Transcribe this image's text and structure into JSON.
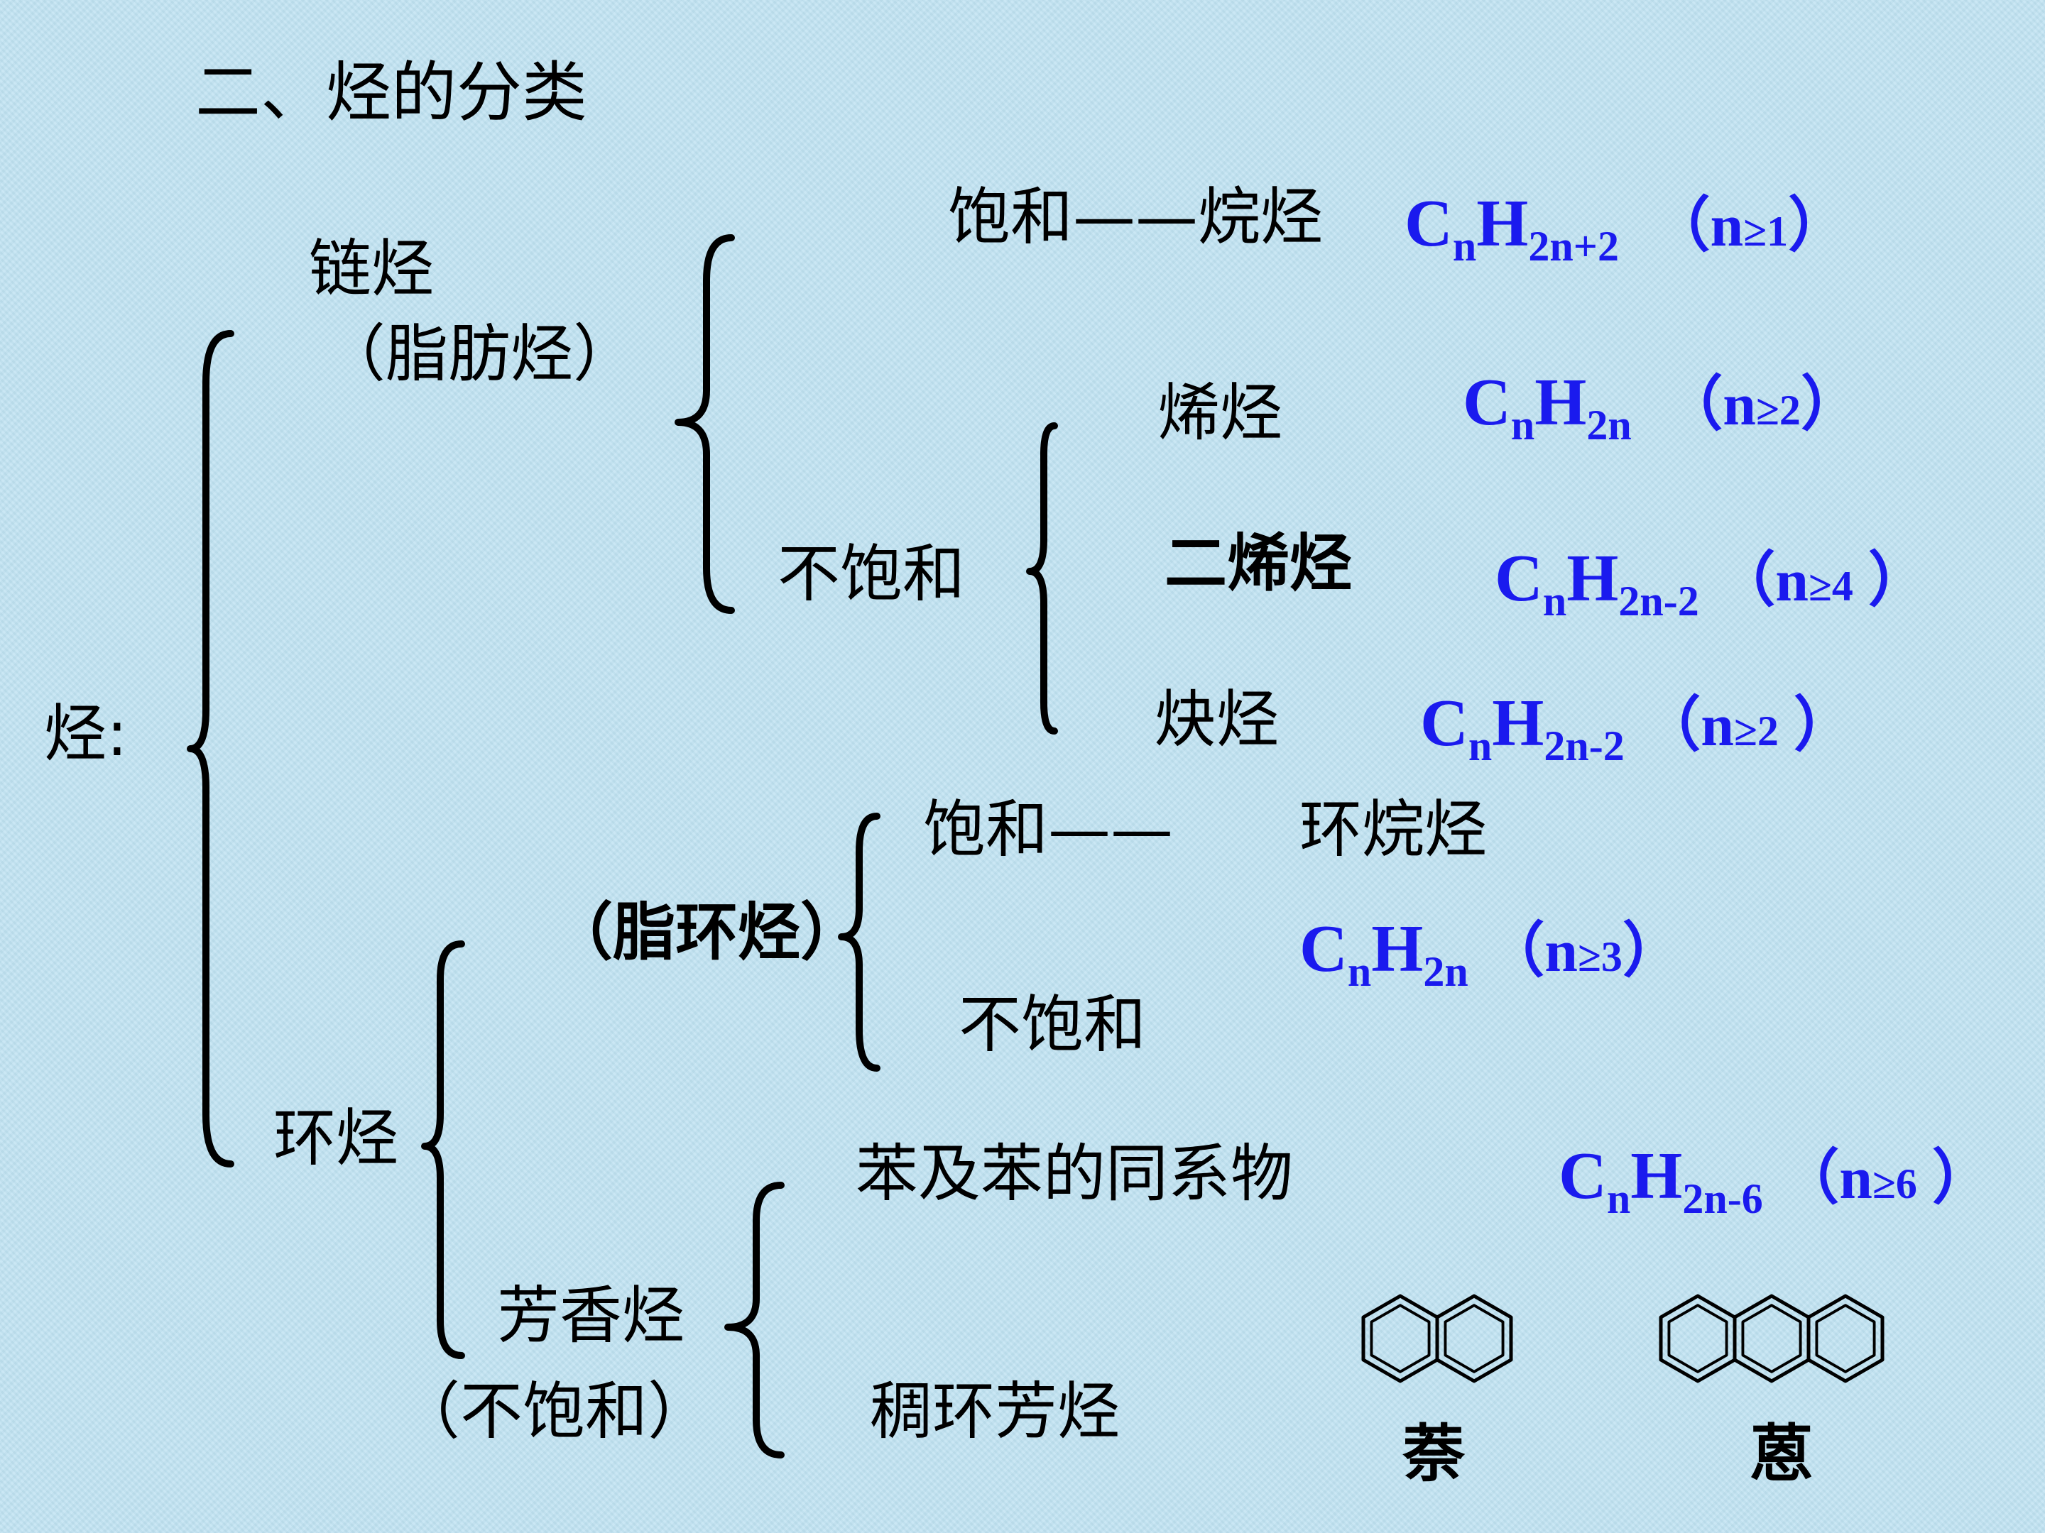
{
  "title": "二、烃的分类",
  "root": "烃:",
  "chain": {
    "label": "链烃",
    "alias": "（脂肪烃）"
  },
  "chain_saturated": {
    "label": "饱和——烷烃",
    "formula": {
      "c": "C",
      "c_sub": "n",
      "h": "H",
      "h_sub": "2n+2",
      "open": "（",
      "n": "n",
      "cond": "≥1",
      "close": "）"
    }
  },
  "chain_unsaturated": {
    "label": "不饱和"
  },
  "alkene": {
    "label": "烯烃",
    "formula": {
      "c": "C",
      "c_sub": "n",
      "h": "H",
      "h_sub": "2n",
      "open": "（",
      "n": "n",
      "cond": "≥2",
      "close": "）"
    }
  },
  "diene": {
    "label": "二烯烃",
    "formula": {
      "c": "C",
      "c_sub": "n",
      "h": "H",
      "h_sub": "2n-2",
      "open": "（",
      "n": "n",
      "cond": "≥4",
      "close": " ）"
    }
  },
  "alkyne": {
    "label": "炔烃",
    "formula": {
      "c": "C",
      "c_sub": "n",
      "h": "H",
      "h_sub": "2n-2",
      "open": "（",
      "n": "n",
      "cond": "≥2",
      "close": " ）"
    }
  },
  "cyclic": {
    "label": "环烃"
  },
  "alicyclic": {
    "label": "（脂环烃）"
  },
  "alicyclic_saturated": {
    "label": "饱和——",
    "name": "环烷烃",
    "formula": {
      "c": "C",
      "c_sub": "n",
      "h": "H",
      "h_sub": "2n",
      "open": "（",
      "n": "n",
      "cond": "≥3",
      "close": "）"
    }
  },
  "alicyclic_unsaturated": {
    "label": "不饱和"
  },
  "aromatic": {
    "label": "芳香烃",
    "alias": "（不饱和）"
  },
  "benzene": {
    "label": "苯及苯的同系物",
    "formula": {
      "c": "C",
      "c_sub": "n",
      "h": "H",
      "h_sub": "2n-6",
      "open": "（",
      "n": "n",
      "cond": "≥6",
      "close": " ）"
    }
  },
  "fused": {
    "label": "稠环芳烃"
  },
  "naphthalene": {
    "label": "萘"
  },
  "anthracene": {
    "label": "蒽"
  }
}
